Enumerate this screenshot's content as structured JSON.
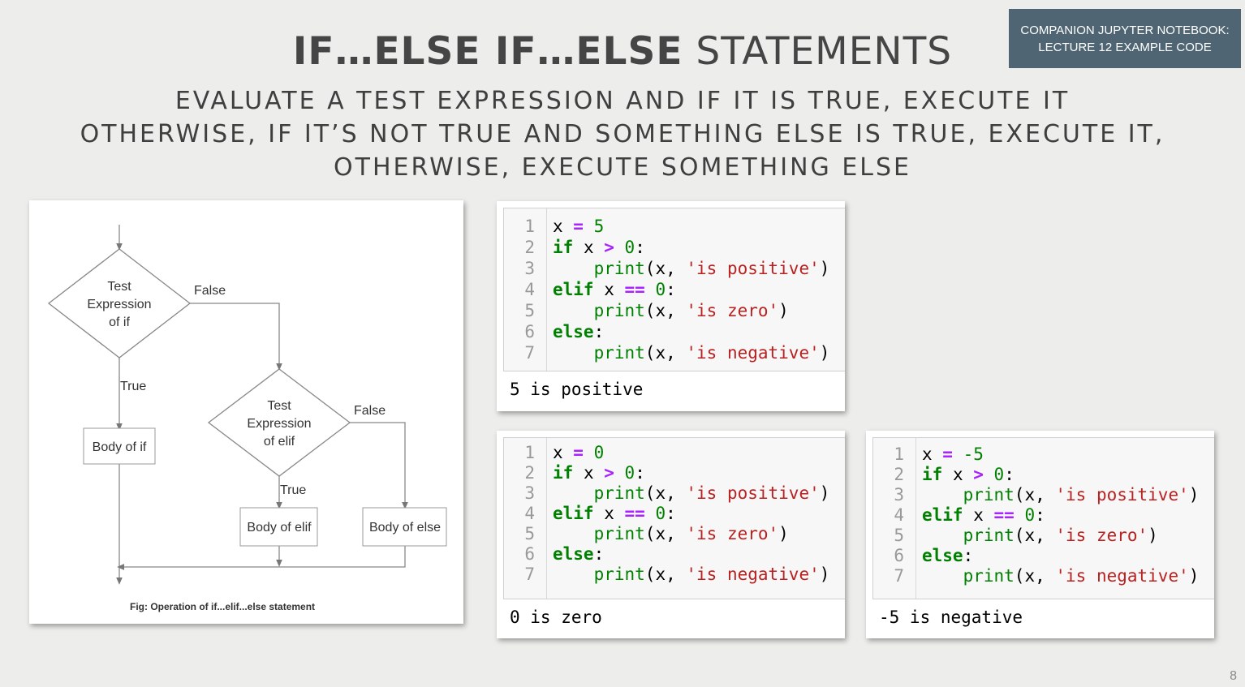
{
  "badge": {
    "line1": "COMPANION JUPYTER NOTEBOOK:",
    "line2": "LECTURE 12 EXAMPLE CODE"
  },
  "title": {
    "bold": "IF…ELSE IF…ELSE",
    "normal": " STATEMENTS"
  },
  "subtitle": [
    "EVALUATE A TEST EXPRESSION AND IF IT IS TRUE, EXECUTE IT",
    "OTHERWISE, IF IT’S NOT TRUE AND SOMETHING ELSE IS TRUE, EXECUTE IT,",
    "OTHERWISE, EXECUTE SOMETHING ELSE"
  ],
  "flowchart": {
    "test_if": [
      "Test",
      "Expression",
      "of if"
    ],
    "test_elif": [
      "Test",
      "Expression",
      "of elif"
    ],
    "false_label": "False",
    "true_label": "True",
    "body_if": "Body of if",
    "body_elif": "Body of elif",
    "body_else": "Body of else",
    "caption": "Fig: Operation of if...elif...else statement"
  },
  "cells": [
    {
      "x_value": "5",
      "output": "5 is positive"
    },
    {
      "x_value": "0",
      "output": "0 is zero"
    },
    {
      "x_value": "-5",
      "output": "-5 is negative"
    }
  ],
  "code": {
    "line_numbers": [
      "1",
      "2",
      "3",
      "4",
      "5",
      "6",
      "7"
    ],
    "kw_if": "if",
    "kw_elif": "elif",
    "kw_else": "else",
    "print": "print",
    "str_positive": "'is positive'",
    "str_zero": "'is zero'",
    "str_negative": "'is negative'"
  },
  "page_number": "8"
}
